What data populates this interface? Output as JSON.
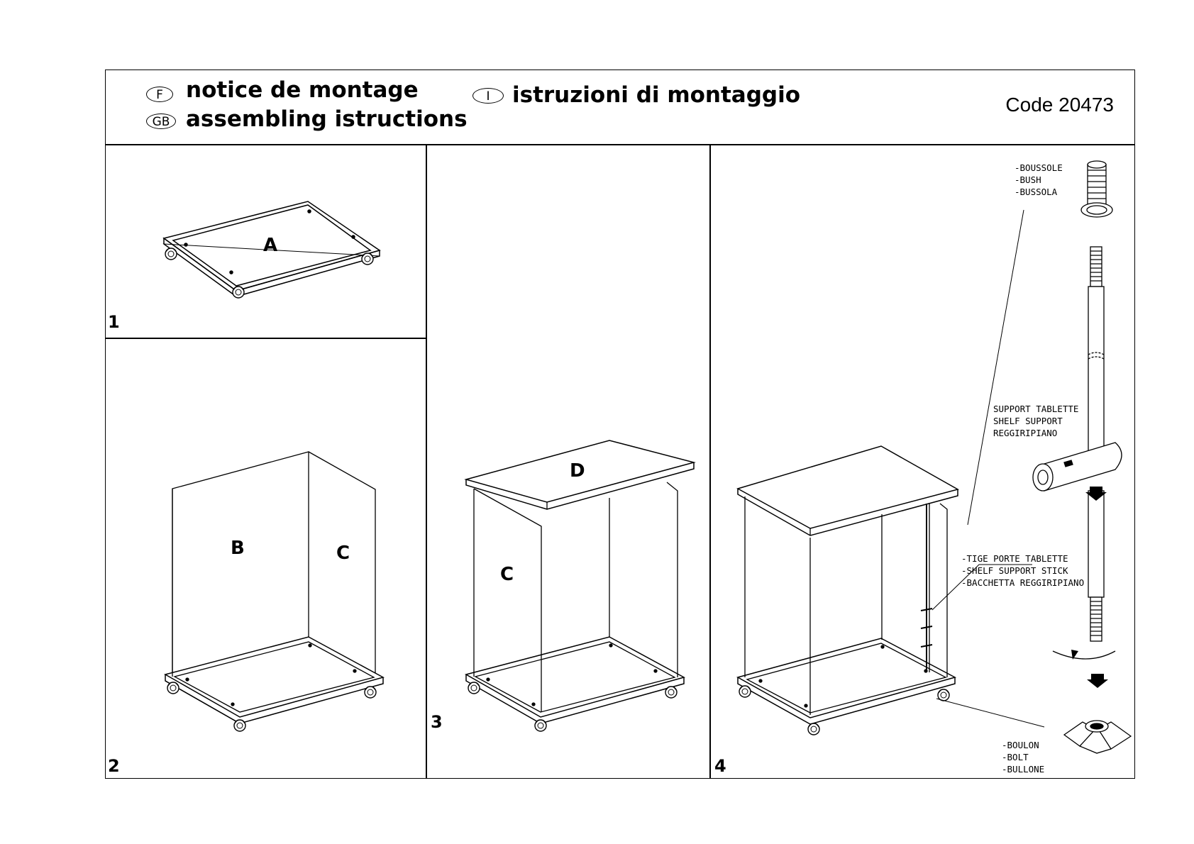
{
  "header": {
    "lang_f": "F",
    "lang_gb": "GB",
    "lang_i": "I",
    "title_fr": "notice de montage",
    "title_en": "assembling istructions",
    "title_it": "istruzioni di montaggio",
    "code": "Code 20473"
  },
  "steps": [
    {
      "number": "1",
      "parts": [
        "A"
      ]
    },
    {
      "number": "2",
      "parts": [
        "B",
        "C"
      ]
    },
    {
      "number": "3",
      "parts": [
        "D",
        "C"
      ]
    },
    {
      "number": "4",
      "parts": []
    }
  ],
  "callouts": {
    "bush": [
      "-BOUSSOLE",
      "-BUSH",
      "-BUSSOLA"
    ],
    "shelf_support": [
      "SUPPORT TABLETTE",
      "SHELF SUPPORT",
      "REGGIRIPIANO"
    ],
    "support_stick": [
      "-TIGE PORTE TABLETTE",
      "-SHELF SUPPORT STICK",
      "-BACCHETTA REGGIRIPIANO"
    ],
    "bolt": [
      "-BOULON",
      "-BOLT",
      "-BULLONE"
    ]
  }
}
